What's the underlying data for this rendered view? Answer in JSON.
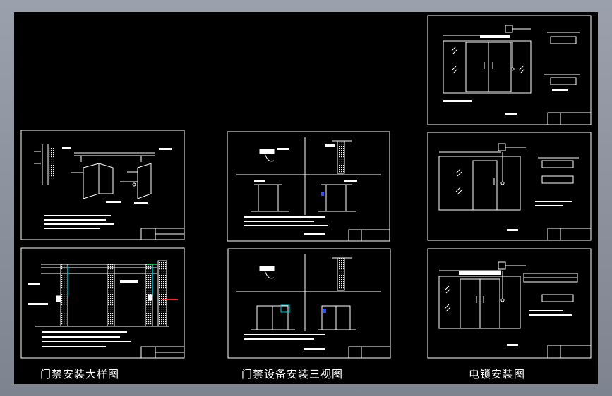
{
  "captions": {
    "left": "门禁安装大样图",
    "middle": "门禁设备安装三视图",
    "right": "电锁安装图"
  },
  "colors": {
    "canvas": "#000000",
    "line": "#ffffff",
    "accent_cyan": "#00c8d8",
    "accent_green": "#00e060",
    "accent_red": "#ff2020",
    "accent_blue": "#3050ff"
  }
}
